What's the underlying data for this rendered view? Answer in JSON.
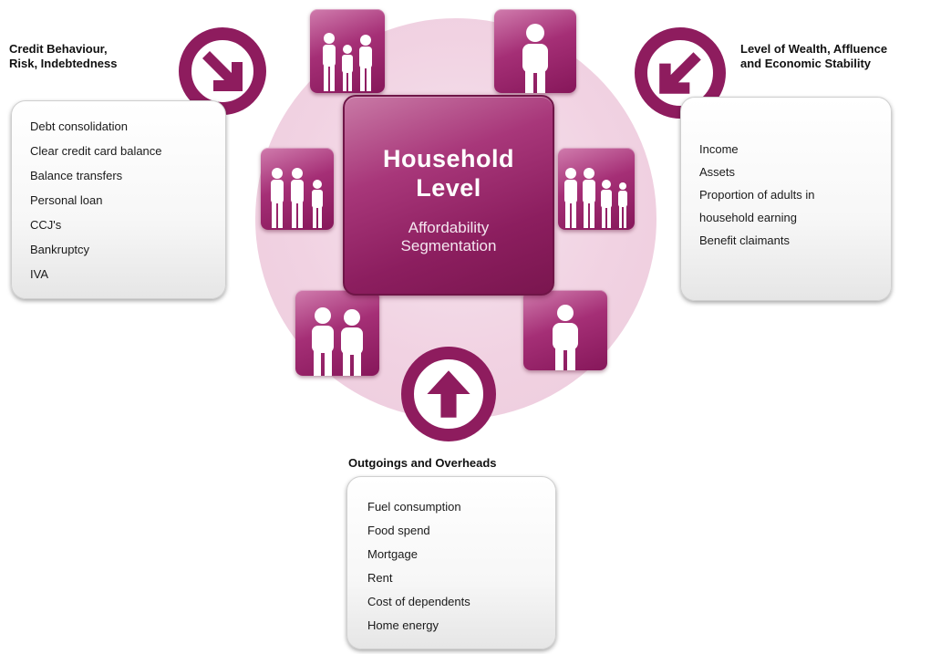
{
  "center": {
    "title_line1": "Household",
    "title_line2": "Level",
    "subtitle_line1": "Affordability",
    "subtitle_line2": "Segmentation"
  },
  "panels": {
    "left": {
      "heading_line1": "Credit Behaviour,",
      "heading_line2": "Risk, Indebtedness",
      "items": [
        "Debt consolidation",
        "Clear credit card balance",
        "Balance transfers",
        "Personal loan",
        "CCJ's",
        "Bankruptcy",
        "IVA"
      ]
    },
    "right": {
      "heading_line1": "Level of Wealth, Affluence",
      "heading_line2": "and Economic Stability",
      "items": [
        "Income",
        "Assets",
        "Proportion of adults in",
        "household earning",
        "Benefit claimants"
      ]
    },
    "bottom": {
      "heading": "Outgoings and Overheads",
      "items": [
        "Fuel consumption",
        "Food spend",
        "Mortgage",
        "Rent",
        "Cost of dependents",
        "Home energy"
      ]
    }
  },
  "colors": {
    "accent": "#8e1c5e",
    "halo": "#f1d2e2",
    "card": "#f4f4f4"
  },
  "icons": [
    "arrow-down-right-icon",
    "arrow-down-left-icon",
    "arrow-up-icon",
    "family-icon",
    "person-icon"
  ]
}
